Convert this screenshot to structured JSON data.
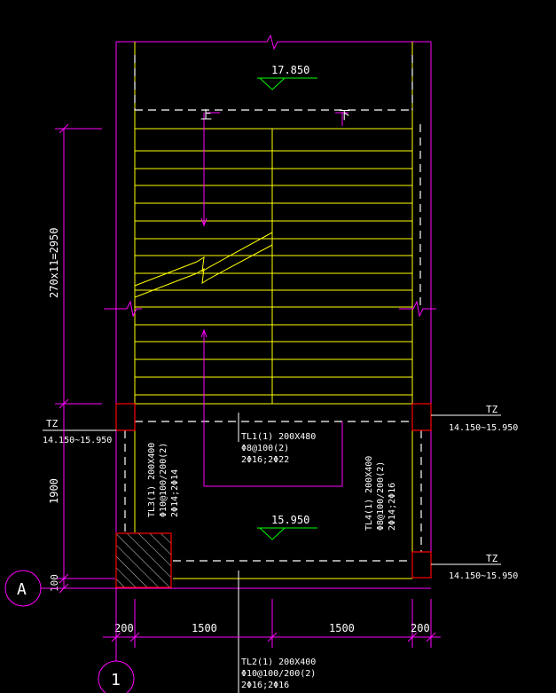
{
  "drawing": {
    "elev_top": "17.850",
    "elev_landing": "15.950",
    "up_label": "上",
    "down_label": "下",
    "dim_flight": "270x11=2950",
    "dim_landing": "1900",
    "dim_edge": "100",
    "dim_bottom": [
      "200",
      "1500",
      "1500",
      "200"
    ],
    "axis_a": "A",
    "axis_1": "1",
    "tz_label": "TZ",
    "tz_range": "14.150~15.950",
    "tl1": [
      "TL1(1) 200X480",
      "Φ8@100(2)",
      "2Φ16;2Φ22"
    ],
    "tl2": [
      "TL2(1) 200X400",
      "Φ10@100/200(2)",
      "2Φ16;2Φ16"
    ],
    "tl3": [
      "TL3(1) 200X400",
      "Φ10@100/200(2)",
      "2Φ14;2Φ14"
    ],
    "tl4": [
      "TL4(1) 200X400",
      "Φ8@100/200(2)",
      "2Φ14;2Φ16"
    ]
  },
  "colors": {
    "background": "#000000",
    "yellow": "#ffff00",
    "magenta": "#ff00ff",
    "white": "#ffffff",
    "red": "#ff0000",
    "green": "#00ff00"
  }
}
